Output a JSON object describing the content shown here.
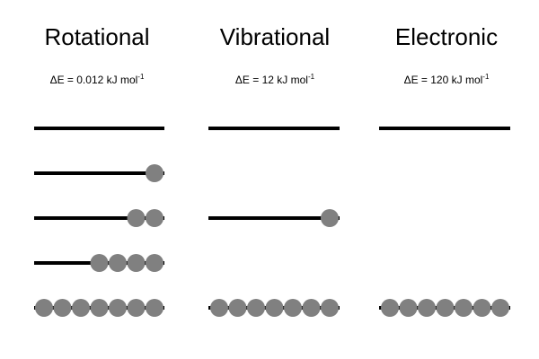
{
  "colors": {
    "level_line": "#000000",
    "particle": "#808080",
    "text": "#000000",
    "background": "#ffffff"
  },
  "panels": [
    {
      "title": "Rotational",
      "energy": {
        "prefix": "ΔE = 0.012 kJ mol",
        "exponent": "-1"
      },
      "level_populations": [
        0,
        1,
        2,
        4,
        7
      ]
    },
    {
      "title": "Vibrational",
      "energy": {
        "prefix": "ΔE = 12 kJ mol",
        "exponent": "-1"
      },
      "level_populations": [
        0,
        null,
        1,
        null,
        7
      ]
    },
    {
      "title": "Electronic",
      "energy": {
        "prefix": "ΔE = 120 kJ mol",
        "exponent": "-1"
      },
      "level_populations": [
        0,
        null,
        null,
        null,
        7
      ]
    }
  ]
}
